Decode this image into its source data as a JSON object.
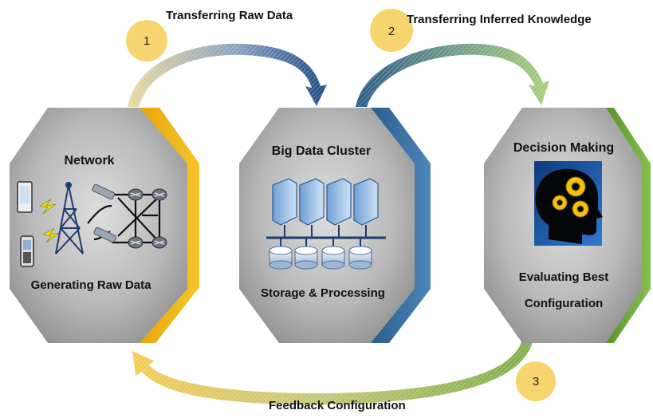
{
  "arrows": {
    "step1_label": "Transferring Raw Data",
    "step2_label": "Transferring Inferred Knowledge",
    "step3_label": "Feedback Configuration"
  },
  "badges": {
    "b1": "1",
    "b2": "2",
    "b3": "3"
  },
  "nodes": {
    "network": {
      "title": "Network",
      "caption": "Generating Raw Data"
    },
    "cluster": {
      "title": "Big Data Cluster",
      "caption": "Storage & Processing"
    },
    "decision": {
      "title": "Decision Making",
      "caption_line1": "Evaluating Best",
      "caption_line2": "Configuration"
    }
  },
  "colors": {
    "badge": "#f6d56e",
    "network_accent": "#f0b400",
    "cluster_accent": "#2f6a9e",
    "decision_accent": "#6fa63a",
    "hex_fill": "#b8b8b8"
  },
  "icons": {
    "network": [
      "phone-icon",
      "antenna-tower-icon",
      "router-icon",
      "lightning-icon"
    ],
    "cluster": [
      "server-icon",
      "storage-disk-icon"
    ],
    "decision": [
      "head-gears-icon"
    ]
  }
}
